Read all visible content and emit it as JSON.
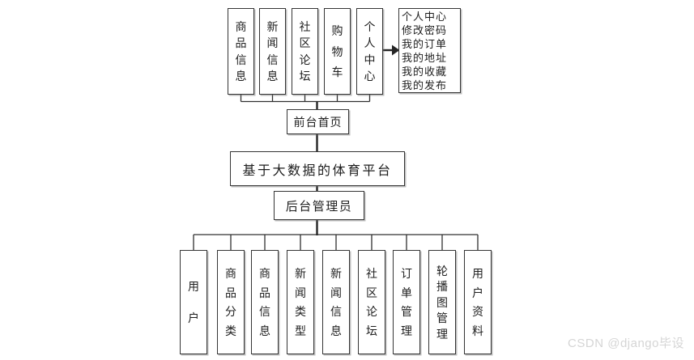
{
  "diagram": {
    "title": "基于大数据的体育平台",
    "front": {
      "home_label": "前台首页",
      "modules": [
        "商品信息",
        "新闻信息",
        "社区论坛",
        "购物车",
        "个人中心"
      ],
      "personal_center_detail": [
        "个人中心",
        "修改密码",
        "我的订单",
        "我的地址",
        "我的收藏",
        "我的发布"
      ]
    },
    "admin": {
      "label": "后台管理员",
      "modules": [
        "用户",
        "商品分类",
        "商品信息",
        "新闻类型",
        "新闻信息",
        "社区论坛",
        "订单管理",
        "轮播图管理",
        "用户资料"
      ]
    }
  },
  "watermark": "CSDN @django毕设",
  "colors": {
    "line": "#303030",
    "box_border": "#353535",
    "background": "#ffffff",
    "watermark": "#d5d5d5"
  }
}
